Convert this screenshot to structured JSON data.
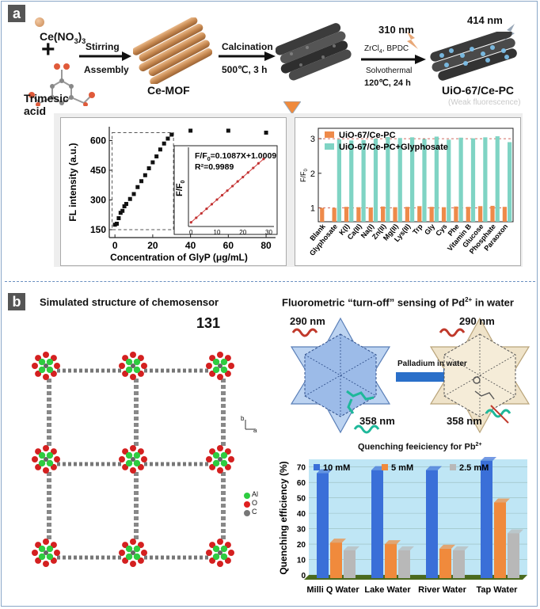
{
  "panels": {
    "a": {
      "label": "a",
      "reactant1": "Ce(NO",
      "reactant1_sub": "3",
      "reactant1_end": ")",
      "reactant1_sub2": "3",
      "plus": "+",
      "reactant2_line1": "Trimesic",
      "reactant2_line2": "acid",
      "step1_line1": "Stirring",
      "step1_line2": "Assembly",
      "product1": "Ce-MOF",
      "step2_line1": "Calcination",
      "step2_line2": "500℃, 3 h",
      "excitation": "310 nm",
      "emission": "414 nm",
      "step3_line1": "ZrCl",
      "step3_line1_sub": "4",
      "step3_line1_end": ", BPDC",
      "step3_line2": "Solvothermal",
      "step3_line3": "120℃,  24 h",
      "product2": "UiO-67/Ce-PC",
      "product2_note": "(Weak fluorescence)"
    },
    "b": {
      "label": "b",
      "left_title": "Simulated structure of chemosensor",
      "compound_number": "131",
      "legend": [
        "Al",
        "O",
        "C"
      ],
      "axis_labels": [
        "b",
        "a"
      ],
      "right_title": "Fluorometric “turn-off” sensing of Pd",
      "right_title_sup": "2+",
      "right_title_end": " in water",
      "excitation_left": "290 nm",
      "excitation_right": "290 nm",
      "emission_left": "358 nm",
      "emission_right": "358 nm",
      "arrow_label": "Palladium in water"
    }
  },
  "colors": {
    "orange": "#ee8a4a",
    "teal": "#7fd4c4",
    "blue": "#3a6fd8",
    "orange2": "#f08a3c",
    "gray": "#b8b8b8",
    "floor": "#4a6a1e",
    "wall": "#bfe6f5",
    "green": "#2ecc40"
  },
  "chart_data": [
    {
      "type": "scatter",
      "title": "",
      "xlabel": "Concentration of GlyP (μg/mL)",
      "ylabel": "FL intensity (a.u.)",
      "xticks": [
        "0",
        "20",
        "40",
        "60",
        "80"
      ],
      "yticks": [
        "150",
        "300",
        "450",
        "600"
      ],
      "xlim": [
        -3,
        85
      ],
      "ylim": [
        110,
        670
      ],
      "x": [
        0,
        1,
        2,
        3,
        4,
        5,
        6,
        8,
        10,
        12,
        14,
        16,
        18,
        20,
        22,
        24,
        26,
        28,
        30,
        40,
        60,
        80
      ],
      "y": [
        175,
        180,
        208,
        235,
        245,
        268,
        280,
        305,
        330,
        365,
        395,
        425,
        460,
        490,
        520,
        555,
        585,
        610,
        630,
        650,
        650,
        640
      ]
    },
    {
      "type": "line",
      "title": "",
      "equation": "F/F",
      "equation_sub": "0",
      "equation_end": "=0.1087X+1.0009",
      "r2": "R²=0.9989",
      "ylabel": "F/F",
      "ylabel_sub": "0",
      "xticks": [
        "0",
        "10",
        "20",
        "30"
      ],
      "xlim": [
        -1,
        32
      ],
      "ylim": [
        0.8,
        4.6
      ],
      "x": [
        0,
        2,
        4,
        6,
        8,
        10,
        12,
        14,
        16,
        18,
        20,
        22,
        24,
        26,
        28
      ],
      "y": [
        1.0,
        1.22,
        1.43,
        1.65,
        1.87,
        2.09,
        2.3,
        2.52,
        2.74,
        2.96,
        3.17,
        3.39,
        3.61,
        3.83,
        4.04
      ]
    },
    {
      "type": "bar",
      "title": "",
      "ylabel": "F/F",
      "ylabel_sub": "0",
      "yticks": [
        "1",
        "2",
        "3"
      ],
      "ylim": [
        0.6,
        3.3
      ],
      "legend_position": "top-left",
      "categories": [
        "Blank",
        "Glyphosate",
        "K(I)",
        "Ca(II)",
        "Na(I)",
        "Zn(II)",
        "Mg(II)",
        "Lys(II)",
        "Trp",
        "Gly",
        "Cys",
        "Phe",
        "Vitamin B",
        "Glucose",
        "Phosphate",
        "Paraoxon"
      ],
      "series": [
        {
          "name": "UiO-67/Ce-PC",
          "values": [
            1.0,
            1.0,
            1.03,
            1.02,
            1.01,
            1.04,
            1.02,
            1.03,
            1.05,
            1.03,
            1.02,
            1.04,
            1.03,
            1.05,
            1.06,
            1.03
          ]
        },
        {
          "name": "UiO-67/Ce-PC+Glyphosate",
          "values": [
            0,
            2.98,
            2.95,
            2.96,
            3.0,
            3.05,
            3.02,
            3.04,
            2.99,
            3.06,
            2.97,
            3.03,
            3.01,
            3.04,
            3.07,
            2.9
          ]
        }
      ]
    },
    {
      "type": "bar",
      "title": "Quenching feeiciency for Pb",
      "title_sup": "2+",
      "ylabel": "Quenching efficiency (%)",
      "yticks": [
        "0",
        "10",
        "20",
        "30",
        "40",
        "50",
        "60",
        "70"
      ],
      "ylim": [
        0,
        75
      ],
      "legend_position": "top",
      "categories": [
        "Milli Q Water",
        "Lake Water",
        "River Water",
        "Tap Water"
      ],
      "series": [
        {
          "name": "10 mM",
          "values": [
            66,
            68,
            68,
            74
          ]
        },
        {
          "name": "5 mM",
          "values": [
            21,
            20,
            17,
            47
          ]
        },
        {
          "name": "2.5 mM",
          "values": [
            16,
            16,
            16,
            27
          ]
        }
      ]
    }
  ]
}
